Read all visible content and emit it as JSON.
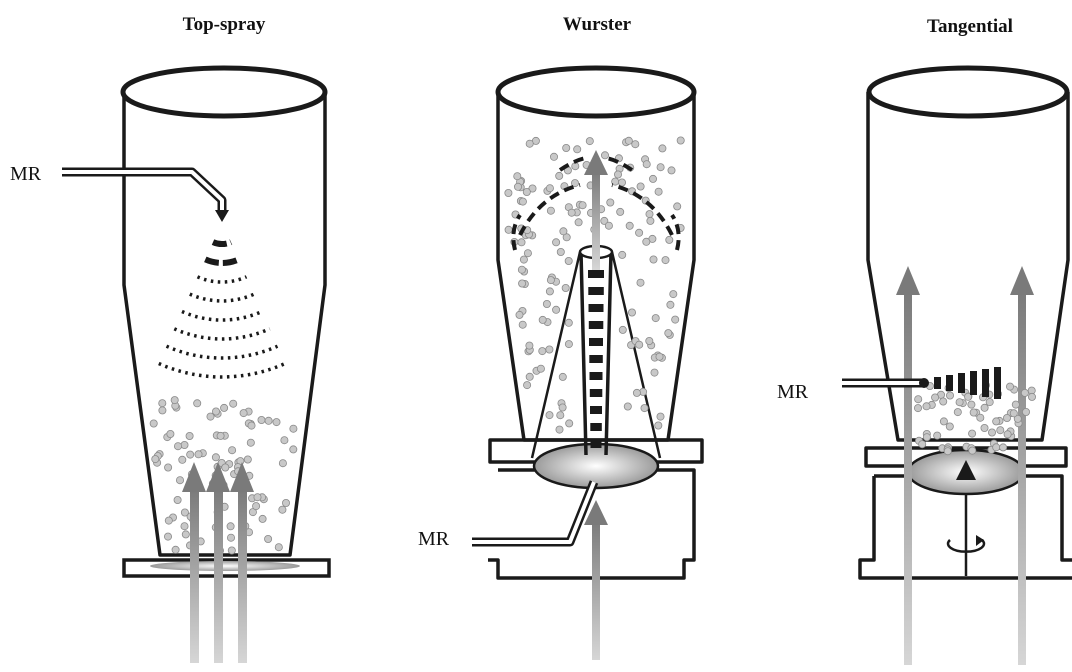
{
  "figure": {
    "panels": [
      {
        "title": "Top-spray",
        "inlet_label": "MR"
      },
      {
        "title": "Wurster",
        "inlet_label": "MR"
      },
      {
        "title": "Tangential",
        "inlet_label": "MR"
      }
    ],
    "colors": {
      "outline": "#1a1a1a",
      "particle": "#c8c8c8",
      "airflow_arrow": "#8c8c8c",
      "background": "#ffffff"
    },
    "icons": [
      "rotation-arrow-icon",
      "spray-nozzle-icon",
      "airflow-arrow-icon"
    ]
  }
}
